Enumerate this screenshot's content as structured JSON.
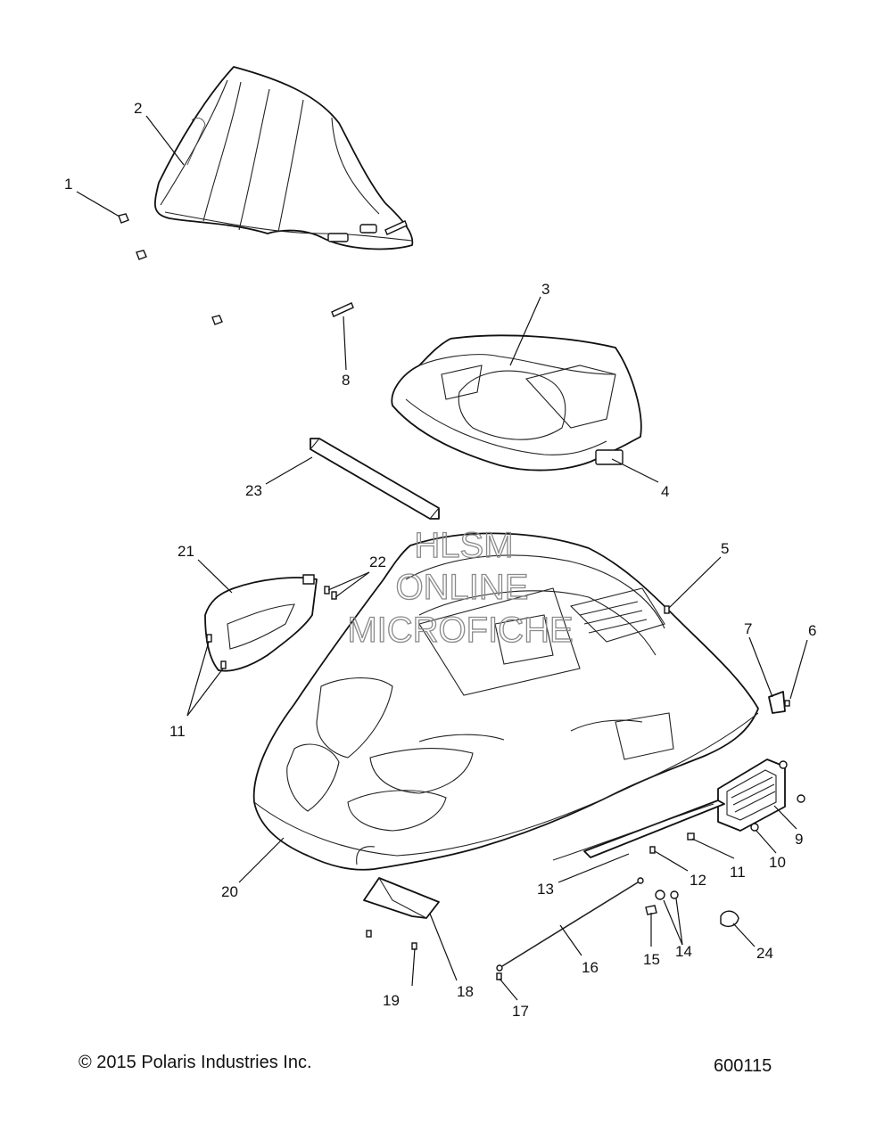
{
  "callouts": [
    {
      "id": "1",
      "label": "1"
    },
    {
      "id": "2",
      "label": "2"
    },
    {
      "id": "3",
      "label": "3"
    },
    {
      "id": "4",
      "label": "4"
    },
    {
      "id": "5",
      "label": "5"
    },
    {
      "id": "6",
      "label": "6"
    },
    {
      "id": "7",
      "label": "7"
    },
    {
      "id": "8",
      "label": "8"
    },
    {
      "id": "9",
      "label": "9"
    },
    {
      "id": "10",
      "label": "10"
    },
    {
      "id": "11a",
      "label": "11"
    },
    {
      "id": "11b",
      "label": "11"
    },
    {
      "id": "12",
      "label": "12"
    },
    {
      "id": "13",
      "label": "13"
    },
    {
      "id": "14",
      "label": "14"
    },
    {
      "id": "15",
      "label": "15"
    },
    {
      "id": "16",
      "label": "16"
    },
    {
      "id": "17",
      "label": "17"
    },
    {
      "id": "18",
      "label": "18"
    },
    {
      "id": "19",
      "label": "19"
    },
    {
      "id": "20",
      "label": "20"
    },
    {
      "id": "21",
      "label": "21"
    },
    {
      "id": "22",
      "label": "22"
    },
    {
      "id": "23",
      "label": "23"
    },
    {
      "id": "24",
      "label": "24"
    }
  ],
  "watermark": {
    "line1": "HLSM",
    "line2": "ONLINE",
    "line3": "MICROFICHE"
  },
  "footer": {
    "copyright": "© 2015 Polaris Industries Inc.",
    "figure_number": "600115"
  }
}
